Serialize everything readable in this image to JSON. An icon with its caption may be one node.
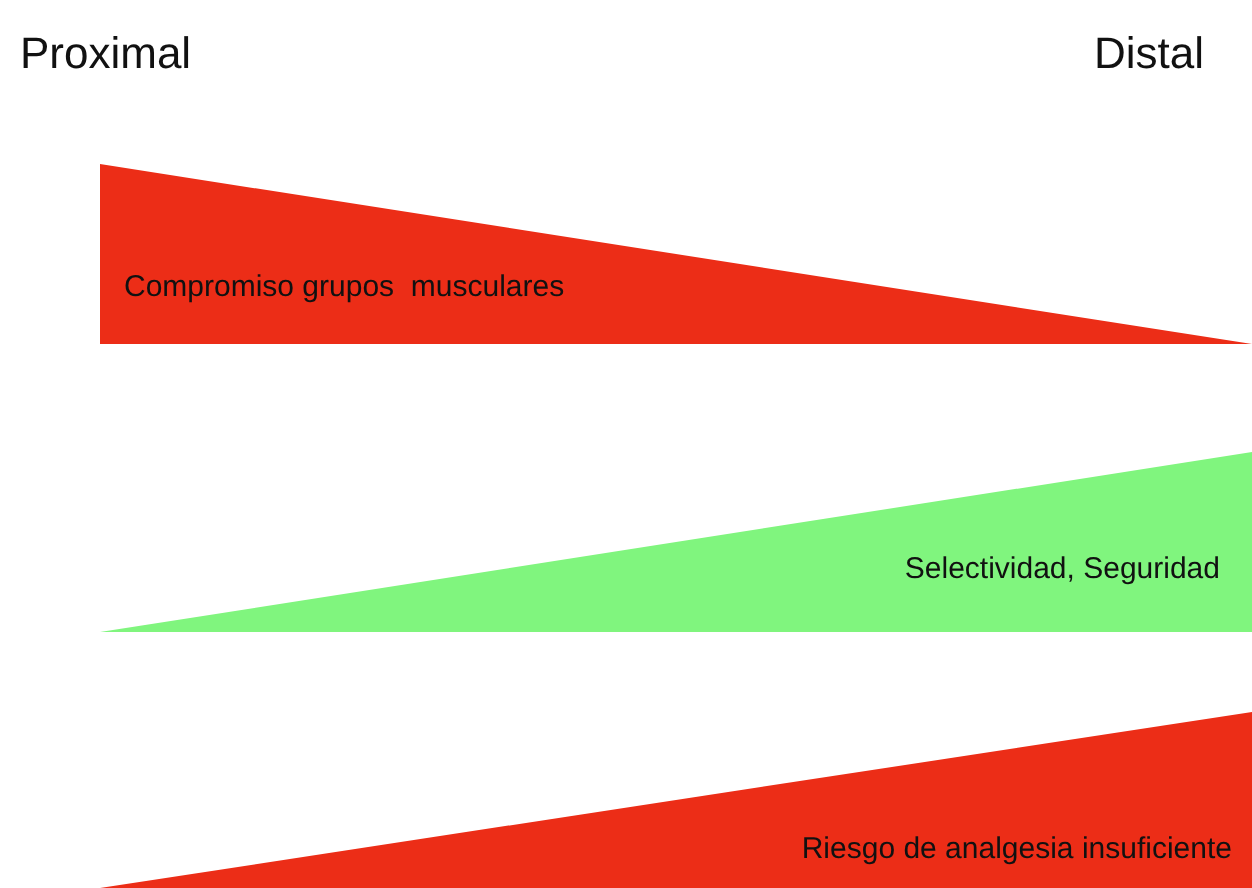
{
  "diagram": {
    "nodes": [
      {
        "text": [
          "Compromiso grupos  musculares"
        ]
      },
      {
        "text": [
          "Selectividad, Seguridad"
        ]
      },
      {
        "text": [
          "Riesgo de analgesia insuficiente"
        ]
      }
    ],
    "labels": [
      "Proximal",
      "Distal"
    ]
  }
}
